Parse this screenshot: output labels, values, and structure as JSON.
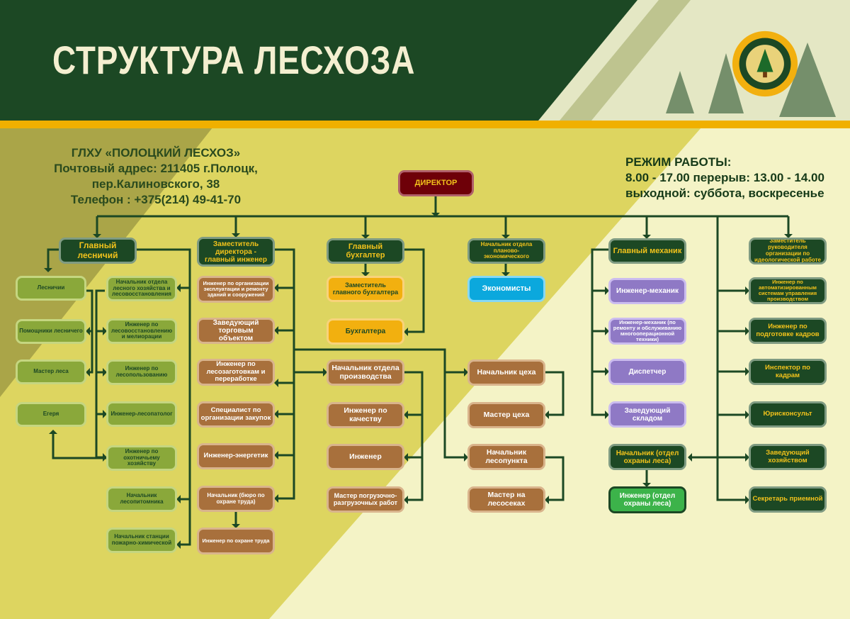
{
  "header": {
    "title": "СТРУКТУРА ЛЕСХОЗА"
  },
  "address": {
    "org": "ГЛХУ «ПОЛОЦКИЙ ЛЕСХОЗ»",
    "line1": "Почтовый адрес: 211405 г.Полоцк,",
    "line2": "пер.Калиновского, 38",
    "phone": "Телефон :  +375(214) 49-41-70"
  },
  "hours": {
    "title": "РЕЖИМ РАБОТЫ:",
    "line1": "8.00 - 17.00 перерыв: 13.00 - 14.00",
    "line2": "выходной: суббота, воскресенье"
  },
  "boxes": {
    "director": "ДИРЕКТОР",
    "chief_forester": "Главный лесничий",
    "deputy_engineer": "Заместитель директора - главный инженер",
    "chief_accountant": "Главный бухгалтер",
    "head_planning": "Начальник отдела планово-экономического",
    "chief_mechanic": "Главный механик",
    "deputy_ideology": "Заместитель руководителя организации по идеологической работе",
    "foresters": "Лесничии",
    "assistant_foresters": "Помощники лесничего",
    "forest_master": "Мастер леса",
    "huntsmen": "Егеря",
    "head_forestry_dept": "Начальник отдела лесного хозяйства и лесовосстановления",
    "eng_reforestation": "Инженер по лесовосстановлению и мелиорации",
    "eng_forest_use": "Инженер по лесопользованию",
    "eng_pathologist": "Инженер-лесопатолог",
    "eng_hunting": "Инженер по охотничьему хозяйству",
    "head_nursery": "Начальник лесопитомника",
    "head_fire_station": "Начальник станции пожарно-химической",
    "eng_buildings": "Инженер по организации эксплуатации и ремонту зданий и сооружений",
    "head_store": "Заведующий торговым объектом",
    "eng_logging": "Инженер по лесозаготовкам и переработке",
    "spec_procurement": "Специалист по организации закупок",
    "eng_energy": "Инженер-энергетик",
    "head_safety": "Начальник (бюро по охране труда)",
    "eng_safety": "Инженер по охране труда",
    "deputy_accountant": "Заместитель главного бухгалтера",
    "accountants": "Бухгалтера",
    "economists": "Экономисты",
    "head_production": "Начальник отдела производства",
    "eng_quality": "Инженер по качеству",
    "engineer": "Инженер",
    "master_loading": "Мастер погрузочно-разгрузочных работ",
    "head_workshop": "Начальник цеха",
    "master_workshop": "Мастер цеха",
    "head_forest_point": "Начальник лесопункта",
    "master_cutting": "Мастер на лесосеках",
    "eng_mechanic": "Инженер-механик",
    "eng_mechanic_repair": "Инженер-механик (по ремонту и обслуживанию многооперационной техники)",
    "dispatcher": "Диспетчер",
    "head_warehouse": "Заведующий складом",
    "head_forest_protection": "Начальник (отдел охраны леса)",
    "eng_forest_protection": "Инженер  (отдел охраны леса)",
    "eng_automation": "Инженер по автоматизированным системам управления производством",
    "eng_training": "Инженер по подготовке кадров",
    "hr_inspector": "Инспектор по кадрам",
    "legal_adviser": "Юрисконсульт",
    "head_household": "Заведующий хозяйством",
    "secretary": "Секретарь приемной"
  },
  "colors": {
    "dark_green": "#1c4824",
    "accent_yellow": "#f2c21b",
    "director_red": "#6e0008",
    "stripe": "#f0b000"
  }
}
